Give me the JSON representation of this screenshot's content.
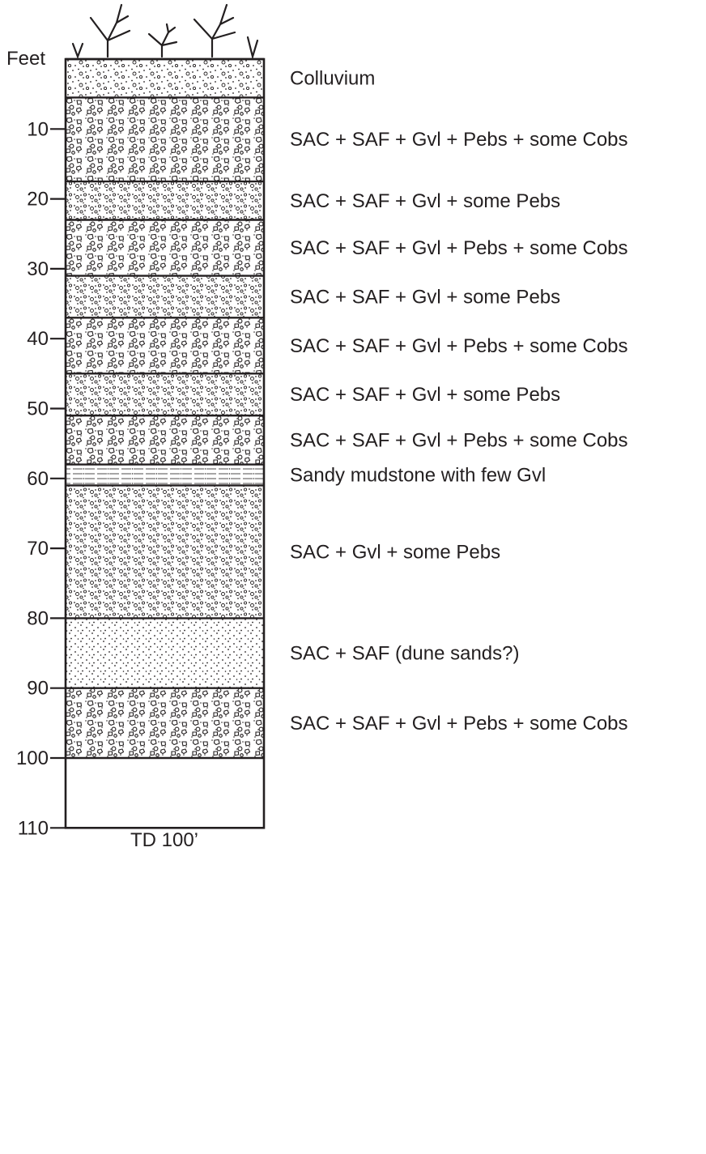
{
  "depth_unit": "Feet",
  "depth_range_ft": [
    0,
    110
  ],
  "depth_ticks": [
    "10",
    "20",
    "30",
    "40",
    "50",
    "60",
    "70",
    "80",
    "90",
    "100",
    "110"
  ],
  "total_depth_label": "TD 100’",
  "surface": "vegetation-icon",
  "layers": [
    {
      "top_ft": 0,
      "bottom_ft": 5.5,
      "pattern": "colluvium",
      "description": "Colluvium"
    },
    {
      "top_ft": 5.5,
      "bottom_ft": 17.5,
      "pattern": "cobbles",
      "description": "SAC + SAF + Gvl + Pebs + some Cobs"
    },
    {
      "top_ft": 17.5,
      "bottom_ft": 23,
      "pattern": "pebbles",
      "description": "SAC + SAF + Gvl + some Pebs"
    },
    {
      "top_ft": 23,
      "bottom_ft": 31,
      "pattern": "cobbles",
      "description": "SAC + SAF + Gvl + Pebs + some Cobs"
    },
    {
      "top_ft": 31,
      "bottom_ft": 37,
      "pattern": "pebbles",
      "description": "SAC + SAF + Gvl + some Pebs"
    },
    {
      "top_ft": 37,
      "bottom_ft": 45,
      "pattern": "cobbles",
      "description": "SAC + SAF + Gvl + Pebs + some Cobs"
    },
    {
      "top_ft": 45,
      "bottom_ft": 51,
      "pattern": "pebbles",
      "description": "SAC + SAF + Gvl + some Pebs"
    },
    {
      "top_ft": 51,
      "bottom_ft": 58,
      "pattern": "cobbles",
      "description": "SAC + SAF + Gvl + Pebs + some Cobs"
    },
    {
      "top_ft": 58,
      "bottom_ft": 61,
      "pattern": "mudstone",
      "description": "Sandy mudstone with few Gvl"
    },
    {
      "top_ft": 61,
      "bottom_ft": 80,
      "pattern": "pebbles",
      "description": "SAC + Gvl + some Pebs"
    },
    {
      "top_ft": 80,
      "bottom_ft": 90,
      "pattern": "sand",
      "description": "SAC + SAF (dune sands?)"
    },
    {
      "top_ft": 90,
      "bottom_ft": 100,
      "pattern": "cobbles",
      "description": "SAC + SAF + Gvl + Pebs + some Cobs"
    }
  ],
  "colors": {
    "ink": "#231f20",
    "background": "#ffffff"
  }
}
